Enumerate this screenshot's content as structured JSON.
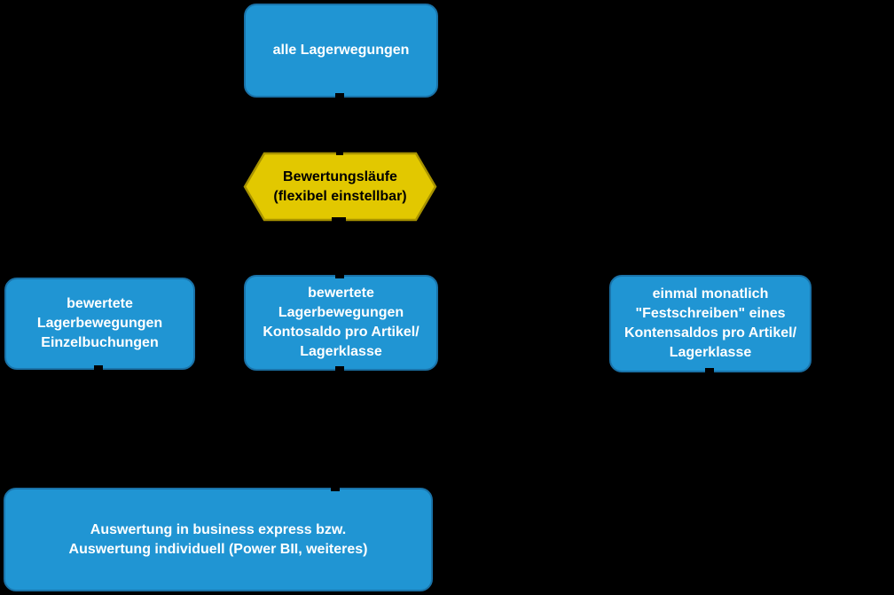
{
  "diagram": {
    "background": "#000000",
    "colors": {
      "box_fill": "#2095d3",
      "box_border": "#1a72a8",
      "box_text": "#ffffff",
      "hexagon_fill": "#e2c800",
      "hexagon_border": "#a79200",
      "hexagon_text": "#000000",
      "connector": "#000000"
    },
    "nodes": [
      {
        "id": "all-stock-movements",
        "shape": "rounded-rect",
        "text": "alle Lagerwegungen"
      },
      {
        "id": "valuation-runs",
        "shape": "hexagon",
        "text": "Bewertungsläufe\n(flexibel einstellbar)"
      },
      {
        "id": "valued-movements-single-bookings",
        "shape": "rounded-rect",
        "text": "bewertete\nLagerbewegungen\nEinzelbuchungen"
      },
      {
        "id": "valued-movements-account-balance",
        "shape": "rounded-rect",
        "text": "bewertete\nLagerbewegungen\nKontosaldo pro Artikel/\nLagerklasse"
      },
      {
        "id": "monthly-commit",
        "shape": "rounded-rect",
        "text": "einmal monatlich\n\"Festschreiben\" eines\nKontensaldos pro Artikel/\nLagerklasse"
      },
      {
        "id": "evaluation",
        "shape": "rounded-rect",
        "text": "Auswertung in business express bzw.\nAuswertung individuell (Power BII, weiteres)"
      }
    ]
  }
}
